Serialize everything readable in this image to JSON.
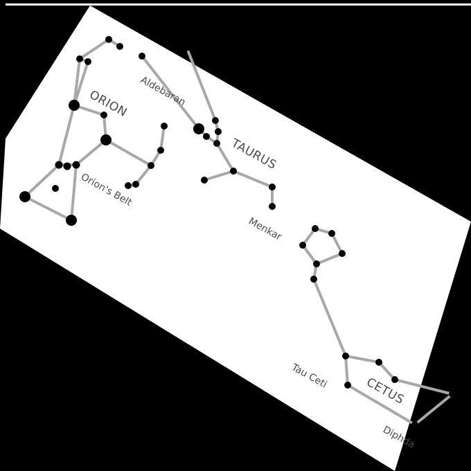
{
  "labels": {
    "orion": "ORION",
    "orions_belt": "Orion's Belt",
    "aldebaran": "Aldebaran",
    "taurus": "TAURUS",
    "menkar": "Menkar",
    "tau_ceti": "Tau Ceti",
    "cetus": "CETUS",
    "diphda": "Diphda"
  },
  "colors": {
    "outer_background": "#000000",
    "paper": "#ffffff",
    "line": "#a8a8a8",
    "star": "#000000",
    "text": "#4a4a4a"
  }
}
